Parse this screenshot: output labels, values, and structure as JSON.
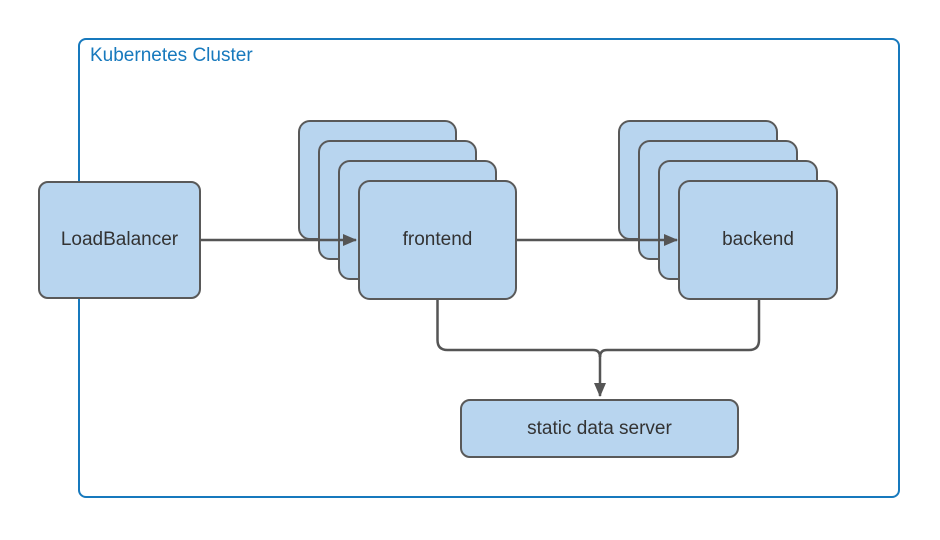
{
  "diagram": {
    "type": "architecture-diagram",
    "cluster": {
      "label": "Kubernetes Cluster"
    },
    "nodes": {
      "loadbalancer": {
        "label": "LoadBalancer"
      },
      "frontend": {
        "label": "frontend",
        "replicas": 4
      },
      "backend": {
        "label": "backend",
        "replicas": 4
      },
      "static_server": {
        "label": "static data server"
      }
    },
    "edges": [
      {
        "from": "LoadBalancer",
        "to": "frontend"
      },
      {
        "from": "frontend",
        "to": "backend"
      },
      {
        "from": "frontend",
        "to": "static data server"
      },
      {
        "from": "backend",
        "to": "static data server"
      }
    ],
    "colors": {
      "cluster_border": "#1779bd",
      "cluster_label": "#1779bd",
      "node_fill": "#b8d5ef",
      "node_border": "#595959",
      "connector": "#555555",
      "node_text": "#333333",
      "canvas_bg": "#ffffff"
    }
  }
}
